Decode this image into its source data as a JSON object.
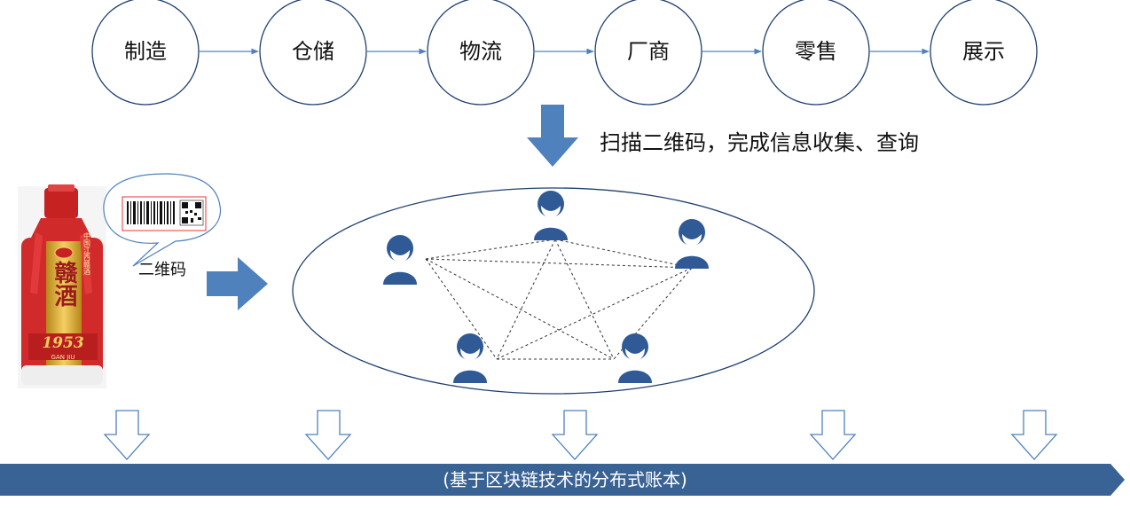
{
  "flow": {
    "steps": [
      "制造",
      "仓储",
      "物流",
      "厂商",
      "零售",
      "展示"
    ],
    "connector": "arrow-right"
  },
  "scan_caption": "扫描二维码，完成信息收集、查询",
  "qr_caption": "二维码",
  "product": {
    "brand_text": "赣酒",
    "year": "1953",
    "sub_text": "GAN JIU",
    "side_text": "中国江西赣酒"
  },
  "network": {
    "node_count": 5,
    "node_icon": "user-icon",
    "links": "dashed-full-mesh"
  },
  "ledger": {
    "label": "(基于区块链技术的分布式账本)",
    "down_arrows": 5
  },
  "colors": {
    "primary_blue": "#2F5A96",
    "arrow_blue": "#4F81BD",
    "outline_blue": "#1F3F6E",
    "ledger_bar": "#3A6395",
    "bottle_red": "#D02A2A",
    "bottle_gold": "#D9A52A"
  }
}
